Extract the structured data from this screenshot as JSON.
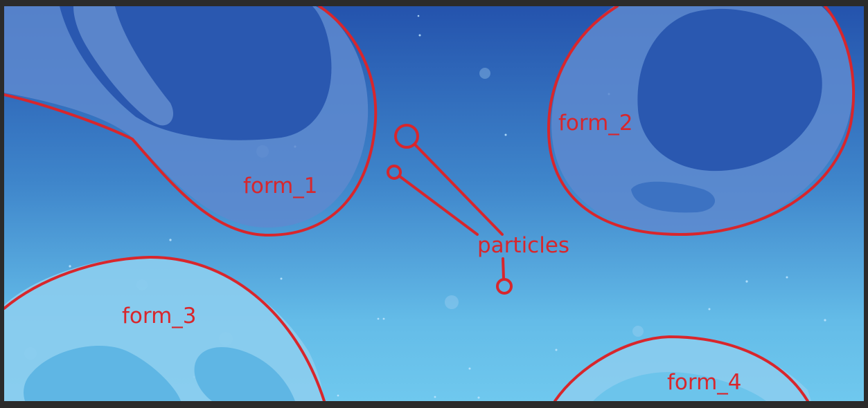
{
  "labels": {
    "form_1": "form_1",
    "form_2": "form_2",
    "form_3": "form_3",
    "form_4": "form_4",
    "particles": "particles"
  },
  "colors": {
    "sky_top": "#2453ad",
    "sky_mid": "#3a7fc8",
    "sky_bottom": "#6cc4eb",
    "annotation": "#d8262c",
    "blob_fill_light": "#8fb7e6",
    "blob_fill_dark": "#2a58b0",
    "frame_bg": "#2b2b2b"
  }
}
